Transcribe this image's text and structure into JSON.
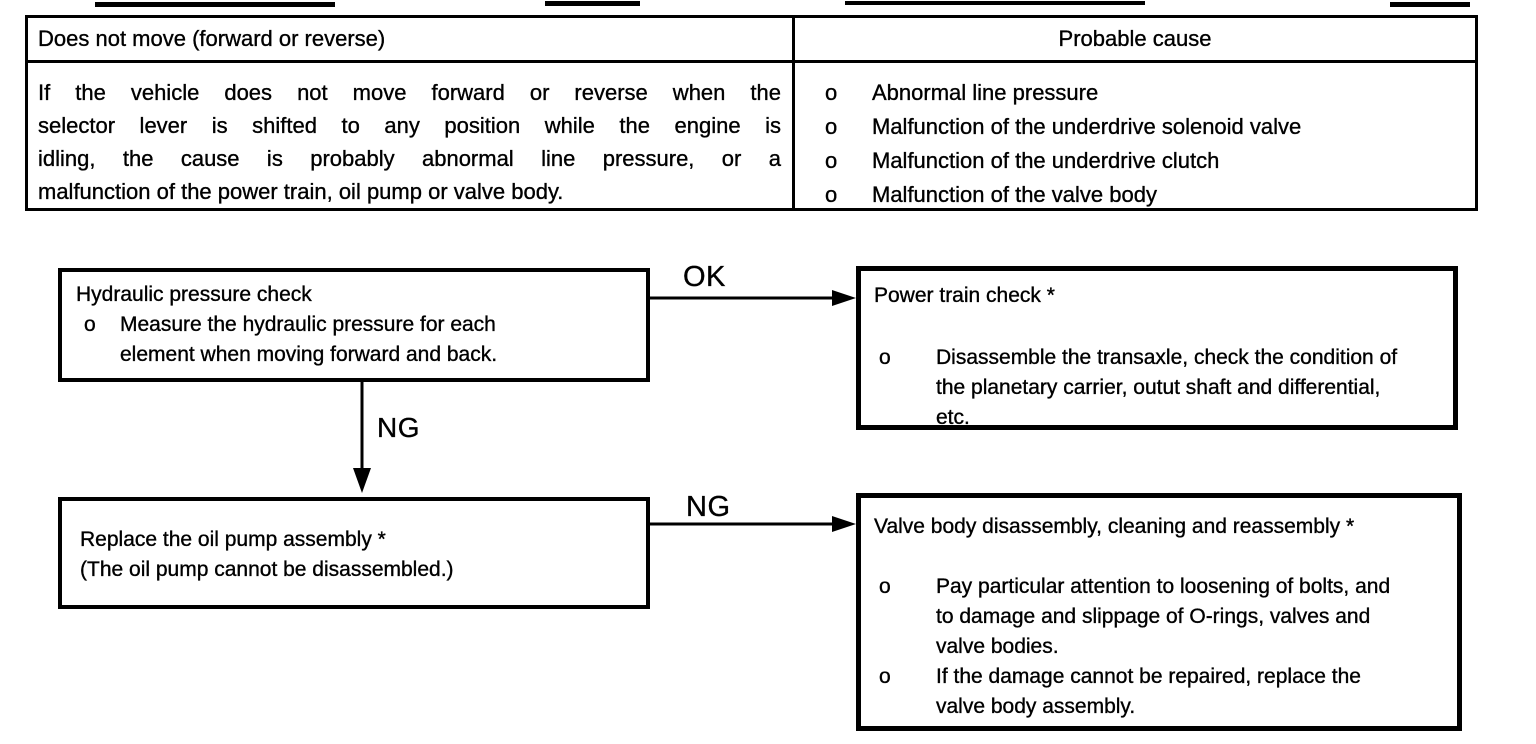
{
  "symptom_table": {
    "symptom_header": "Does not move (forward or reverse)",
    "cause_header": "Probable cause",
    "symptom_lines": [
      "If the vehicle does not move forward or reverse when the",
      "selector lever is shifted to any position while the engine is",
      "idling, the cause is probably abnormal line pressure, or a",
      "malfunction of the power train, oil pump or valve body."
    ],
    "bullet_marker": "o",
    "causes": [
      "Abnormal line pressure",
      "Malfunction of the underdrive solenoid valve",
      "Malfunction of the underdrive clutch",
      "Malfunction of the valve body"
    ]
  },
  "flowchart": {
    "hydraulic_box": {
      "title": "Hydraulic pressure check",
      "bullet_lines": [
        "Measure the hydraulic pressure for each",
        "element when moving forward and back."
      ]
    },
    "power_train_box": {
      "title": "Power train check *",
      "bullet_lines": [
        "Disassemble the transaxle, check the condition of",
        "the planetary carrier, outut shaft and differential,",
        "etc."
      ]
    },
    "oil_pump_box": {
      "lines": [
        "Replace the oil pump assembly *",
        "(The oil pump cannot be disassembled.)"
      ]
    },
    "valve_body_box": {
      "title": "Valve body disassembly, cleaning and reassembly *",
      "bullet1_lines": [
        "Pay particular attention to loosening of bolts, and",
        "to damage and slippage of O-rings, valves and",
        "valve bodies."
      ],
      "bullet2_lines": [
        "If the damage cannot be repaired, replace the",
        "valve body assembly."
      ]
    },
    "ok_label": "OK",
    "ng_down_label": "NG",
    "ng_right_label": "NG"
  },
  "colors": {
    "ink": "#000000",
    "paper": "#ffffff"
  }
}
